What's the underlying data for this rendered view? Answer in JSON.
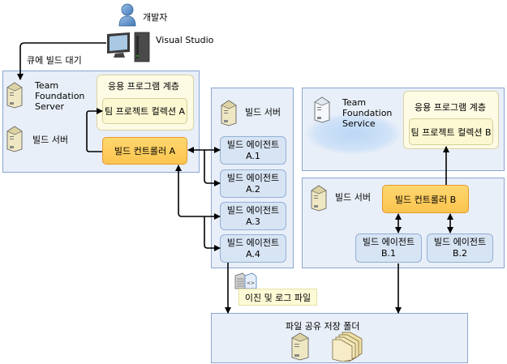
{
  "developer": {
    "label": "개발자",
    "icon": "user-icon"
  },
  "visual_studio": {
    "label": "Visual Studio",
    "icon": "workstation-icon"
  },
  "queue_label": "큐에 빌드 대기",
  "on_premises": {
    "tfs_label_line1": "Team",
    "tfs_label_line2": "Foundation",
    "tfs_label_line3": "Server",
    "build_server_label": "빌드 서버",
    "app_layer_label": "응용 프로그램 계층",
    "collection_label": "팀 프로젝트 컬렉션 A",
    "controller_label": "빌드 컨트롤러 A"
  },
  "agent_server_a": {
    "label": "빌드 서버",
    "agents": [
      {
        "line1": "빌드 에이전트",
        "line2": "A.1"
      },
      {
        "line1": "빌드 에이전트",
        "line2": "A.2"
      },
      {
        "line1": "빌드 에이전트",
        "line2": "A.3"
      },
      {
        "line1": "빌드 에이전트",
        "line2": "A.4"
      }
    ]
  },
  "service": {
    "tfs_label_line1": "Team",
    "tfs_label_line2": "Foundation",
    "tfs_label_line3": "Service",
    "app_layer_label": "응용 프로그램 계층",
    "collection_label": "팀 프로젝트 컬렉션 B"
  },
  "build_server_b": {
    "label": "빌드 서버",
    "controller_label": "빌드 컨트롤러 B",
    "agents": [
      {
        "line1": "빌드 에이전트",
        "line2": "B.1"
      },
      {
        "line1": "빌드 에이전트",
        "line2": "B.2"
      }
    ]
  },
  "binaries_label": "이진 및 로그 파일",
  "drop_folder_label": "파일 공유 저장 폴더",
  "colors": {
    "panel_bg": "#e9eff8",
    "panel_border": "#8aa6d1",
    "controller": "#fbc44f",
    "agent": "#d7e4f3",
    "app_layer": "#fdfbe3"
  }
}
